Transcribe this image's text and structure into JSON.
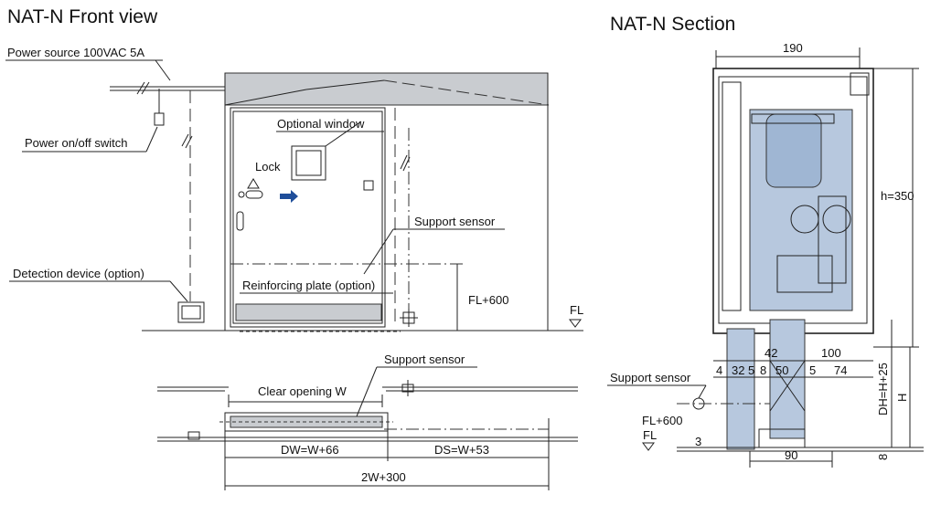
{
  "front": {
    "title": "NAT-N Front view",
    "labels": {
      "power_source": "Power source 100VAC  5A",
      "power_switch": "Power on/off switch",
      "optional_window": "Optional window",
      "lock": "Lock",
      "support_sensor": "Support sensor",
      "detection_device": "Detection device (option)",
      "reinforcing_plate": "Reinforcing plate (option)",
      "fl600": "FL+600",
      "fl": "FL"
    }
  },
  "plan": {
    "labels": {
      "support_sensor": "Support sensor",
      "clear_opening": "Clear opening W",
      "dw": "DW=W+66",
      "ds": "DS=W+53",
      "overall": "2W+300"
    }
  },
  "section": {
    "title": "NAT-N Section",
    "labels": {
      "d190": "190",
      "h350": "h=350",
      "d42": "42",
      "d100": "100",
      "row": [
        "4",
        "32",
        "5",
        "8",
        "50",
        "5",
        "74"
      ],
      "support_sensor": "Support sensor",
      "fl600": "FL+600",
      "fl": "FL",
      "d3": "3",
      "d90": "90",
      "dh": "DH=H+25",
      "h": "H",
      "d8": "8"
    }
  },
  "colors": {
    "header_gray": "#c9ccd0",
    "mechanism_blue": "#b7c8de",
    "arrow_blue": "#1f4e9a"
  }
}
